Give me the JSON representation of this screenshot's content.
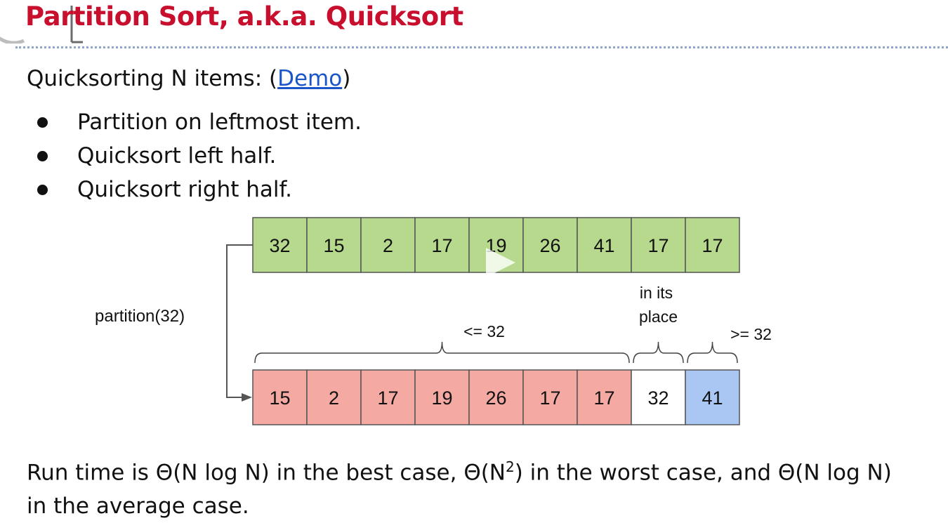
{
  "slide": {
    "title": "Partition Sort, a.k.a. Quicksort",
    "intro": {
      "prefix": "Quicksorting N items: (",
      "link": "Demo",
      "suffix": ")"
    },
    "bullets": [
      "Partition on leftmost item.",
      "Quicksort left half.",
      "Quicksort right half."
    ],
    "runtime": {
      "line1_a": "Run time is Θ(N log N) in the best case, Θ(N",
      "exponent": "2",
      "line1_b": ") in the worst case, and Θ(N log N)",
      "line2": "in the average case."
    }
  },
  "diagram": {
    "input_array": [
      "32",
      "15",
      "2",
      "17",
      "19",
      "26",
      "41",
      "17",
      "17"
    ],
    "output_array": [
      "15",
      "2",
      "17",
      "19",
      "26",
      "17",
      "17",
      "32",
      "41"
    ],
    "output_groups": [
      "lte",
      "lte",
      "lte",
      "lte",
      "lte",
      "lte",
      "lte",
      "pivot",
      "gte"
    ],
    "operation_label": "partition(32)",
    "labels": {
      "lte": "<= 32",
      "pivot_line1": "in its",
      "pivot_line2": "place",
      "gte": ">= 32"
    },
    "colors": {
      "input_fill": "#b6d98d",
      "lte_fill": "#f4a9a3",
      "pivot_fill": "#ffffff",
      "gte_fill": "#a9c7f2",
      "cell_border": "#555555",
      "arrow": "#555555"
    }
  }
}
